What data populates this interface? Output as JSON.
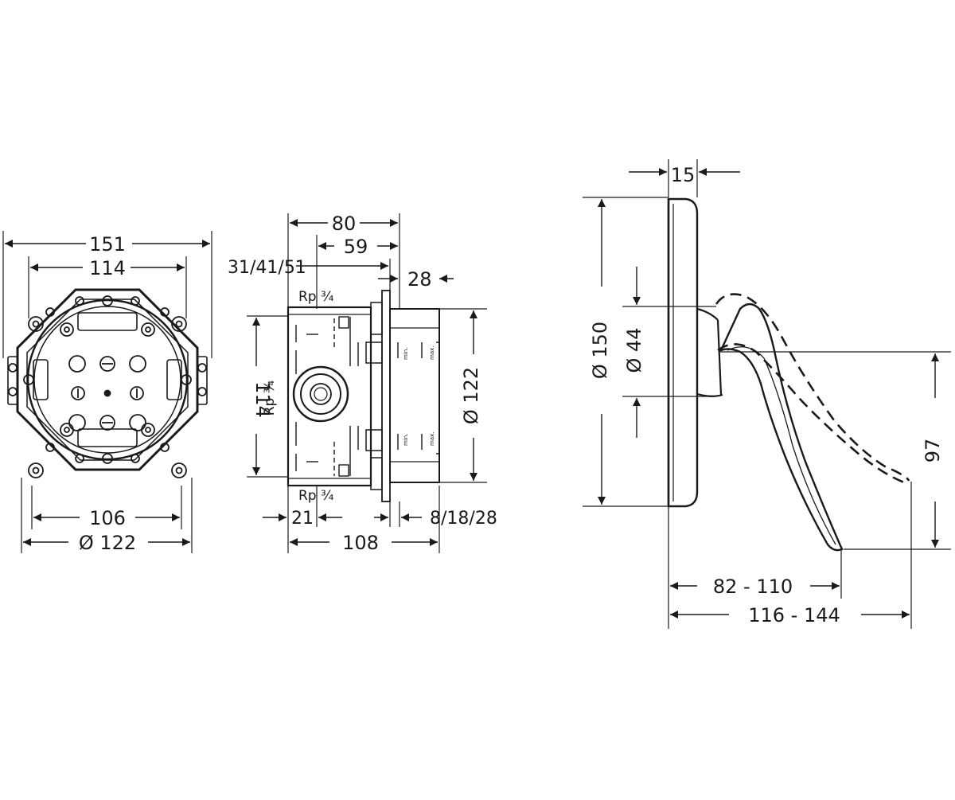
{
  "colors": {
    "line": "#1a1a1a",
    "background": "#ffffff"
  },
  "front_view": {
    "dims": {
      "overall_width": "151",
      "bolt_span": "114",
      "bottom_span": "106",
      "ring_diameter": "Ø 122"
    }
  },
  "side_view": {
    "dims": {
      "depth_80": "80",
      "depth_59": "59",
      "depth_options": "31/41/51",
      "plate": "28",
      "height": "114",
      "diameter": "Ø 122",
      "offset_21": "21",
      "plaster_options": "8/18/28",
      "total_depth": "108"
    },
    "ports": {
      "top": "Rp ¾",
      "side": "Rp ¾",
      "bottom": "Rp ¾"
    },
    "marks": {
      "min_label": "min.",
      "max_label": "max."
    }
  },
  "handle_view": {
    "dims": {
      "plate_thickness": "15",
      "plate_diameter": "Ø 150",
      "hub_diameter": "Ø 44",
      "lever_drop": "97",
      "lever_reach": "82 - 110",
      "lever_reach_total": "116 - 144"
    }
  }
}
